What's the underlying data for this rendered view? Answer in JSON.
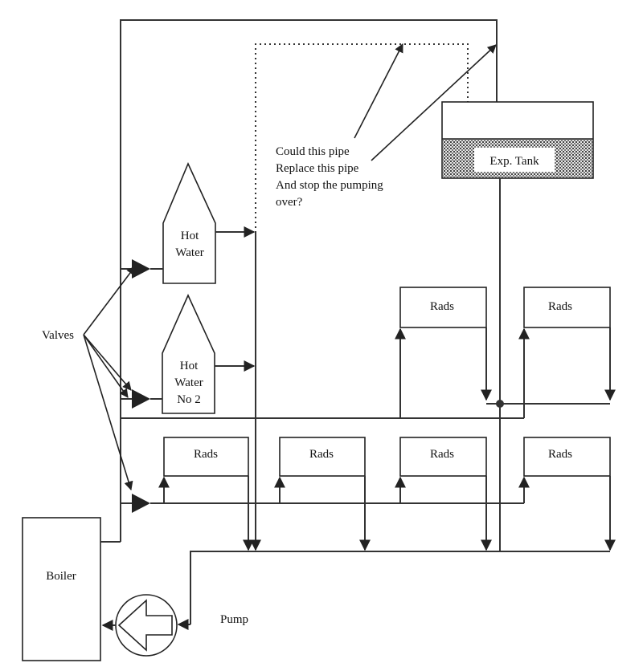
{
  "labels": {
    "question": [
      "Could this pipe",
      "Replace this pipe",
      "And stop the pumping",
      "over?"
    ],
    "exp_tank": "Exp. Tank",
    "hot_water_1": [
      "Hot",
      "Water"
    ],
    "hot_water_2": [
      "Hot",
      "Water",
      "No 2"
    ],
    "valves": "Valves",
    "boiler": "Boiler",
    "pump": "Pump",
    "rads": "Rads"
  }
}
